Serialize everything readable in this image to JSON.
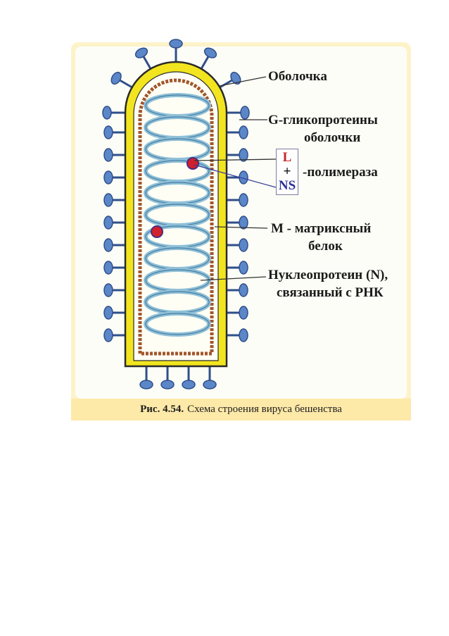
{
  "labels": {
    "envelope": "Оболочка",
    "glycoproteins_line1": "G-гликопротеины",
    "glycoproteins_line2": "оболочки",
    "polymerase_L": "L",
    "polymerase_plus": "+",
    "polymerase_NS": "NS",
    "polymerase_suffix": "-полимераза",
    "matrix_line1": "М - матриксный",
    "matrix_line2": "белок",
    "nucleoprotein_line1": "Нуклеопротеин (N),",
    "nucleoprotein_line2": "связанный с РНК"
  },
  "caption": {
    "number": "Рис. 4.54.",
    "text": "Схема строения вируса бешенства"
  },
  "colors": {
    "envelope_yellow": "#f2e51f",
    "envelope_outline": "#2b2b2b",
    "glycoprotein_blue": "#5b86c8",
    "glycoprotein_stem": "#2f4f8a",
    "matrix_brown": "#a2562b",
    "nucleoprotein_blue": "#8fc0d8",
    "polymerase_red": "#d11f2b",
    "figure_background": "#fdf3c9"
  }
}
